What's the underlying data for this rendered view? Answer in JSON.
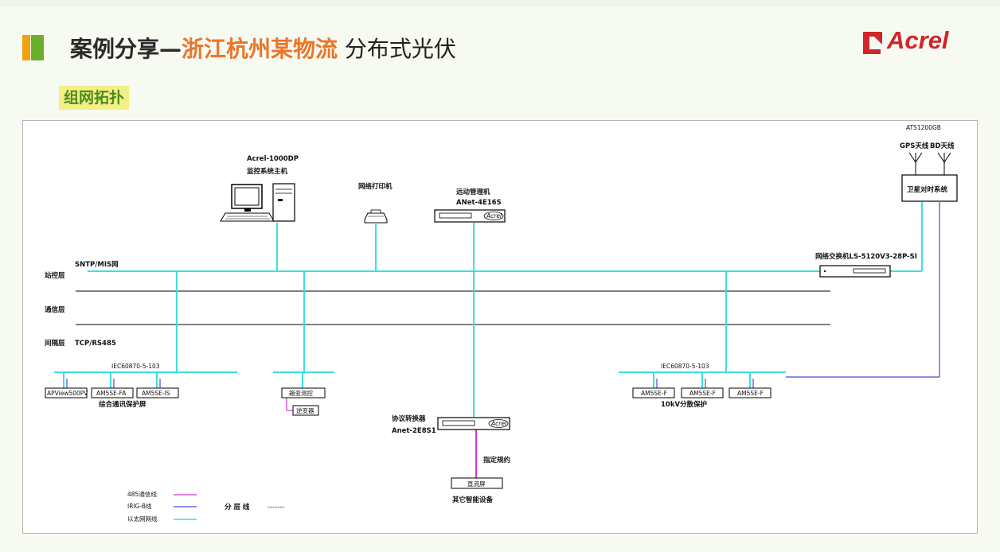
{
  "header": {
    "title_prefix": "案例分享—",
    "title_highlight": "浙江杭州某物流",
    "title_suffix": " 分布式光伏",
    "brand": "Acrel",
    "section": "组网拓扑",
    "colors": {
      "accent_orange": "#f1a20e",
      "accent_green": "#6ab02d",
      "highlight": "#e9762a",
      "brand_red": "#d0262b",
      "section_bg": "#f4f086",
      "section_text": "#4a8c1e"
    }
  },
  "diagram": {
    "colors": {
      "rs485": "#d636d6",
      "irig": "#4a4ad8",
      "ethernet": "#3fdede",
      "layer": "#000000"
    },
    "layers": {
      "station": "站控层",
      "comm": "通信层",
      "bay": "间隔层"
    },
    "bus_labels": {
      "snmp": "SNTP/MIS网",
      "tcp": "TCP/RS485",
      "iec_left": "IEC60870-5-103",
      "iec_right": "IEC60870-5-103"
    },
    "host": {
      "line1": "Acrel-1000DP",
      "line2": "监控系统主机"
    },
    "printer": {
      "label": "网络打印机"
    },
    "gateway": {
      "line1": "远动管理机",
      "line2": "ANet-4E16S",
      "brand": "Acrel"
    },
    "ats": {
      "model": "ATS1200GB",
      "gps": "GPS天线",
      "bd": "BD天线",
      "box": "卫星对时系统"
    },
    "switch": {
      "label": "网络交换机LS-5120V3-28P-SI"
    },
    "left_devices": [
      "APView500PV",
      "AM5SE-FA",
      "AM5SE-IS"
    ],
    "left_caption": "综合通讯保护屏",
    "center_device": "箱变测控",
    "inverter": "逆变器",
    "right_devices": [
      "AM5SE-F",
      "AM5SE-F",
      "AM5SE-F"
    ],
    "right_caption": "10kV分散保护",
    "converter": {
      "line1": "协议转换器",
      "line2": "Anet-2E8S1",
      "brand": "Acrel"
    },
    "protocol": "指定规约",
    "dc_screen": "直流屏",
    "other_devices": "其它智能设备",
    "legend": {
      "rs485": "485通信线",
      "irig": "IRIG-B线",
      "ethernet": "以太网网线",
      "layer_label": "分 层 线",
      "layer_dash": "-------"
    }
  }
}
